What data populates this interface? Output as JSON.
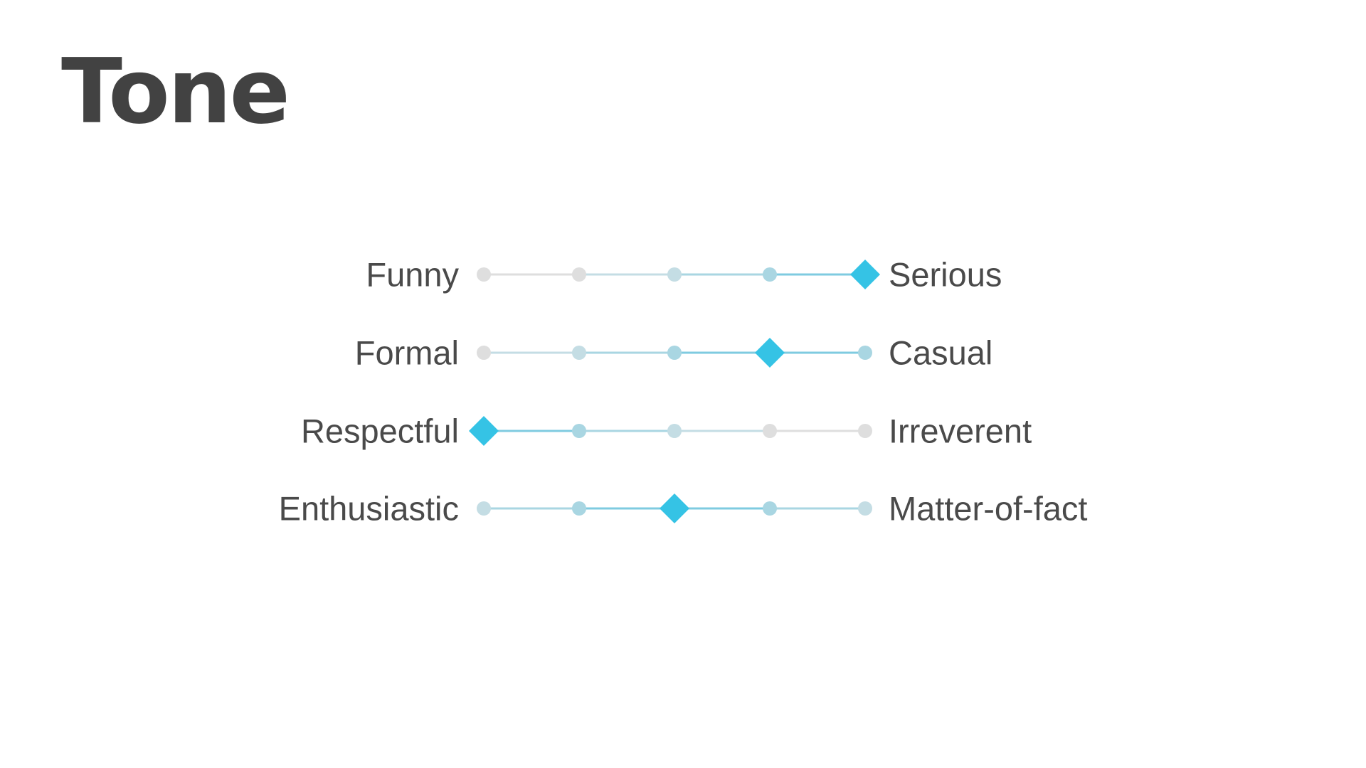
{
  "title": "Tone",
  "colors": {
    "active": "#35c3e5",
    "tinted": "#a9d6e2",
    "neutral": "#dedede",
    "text": "#4a4a4a",
    "title": "#424242"
  },
  "scale_steps": 5,
  "scales": [
    {
      "left_label": "Funny",
      "right_label": "Serious",
      "selected_step": 5
    },
    {
      "left_label": "Formal",
      "right_label": "Casual",
      "selected_step": 4
    },
    {
      "left_label": "Respectful",
      "right_label": "Irreverent",
      "selected_step": 1
    },
    {
      "left_label": "Enthusiastic",
      "right_label": "Matter-of-fact",
      "selected_step": 3
    }
  ]
}
